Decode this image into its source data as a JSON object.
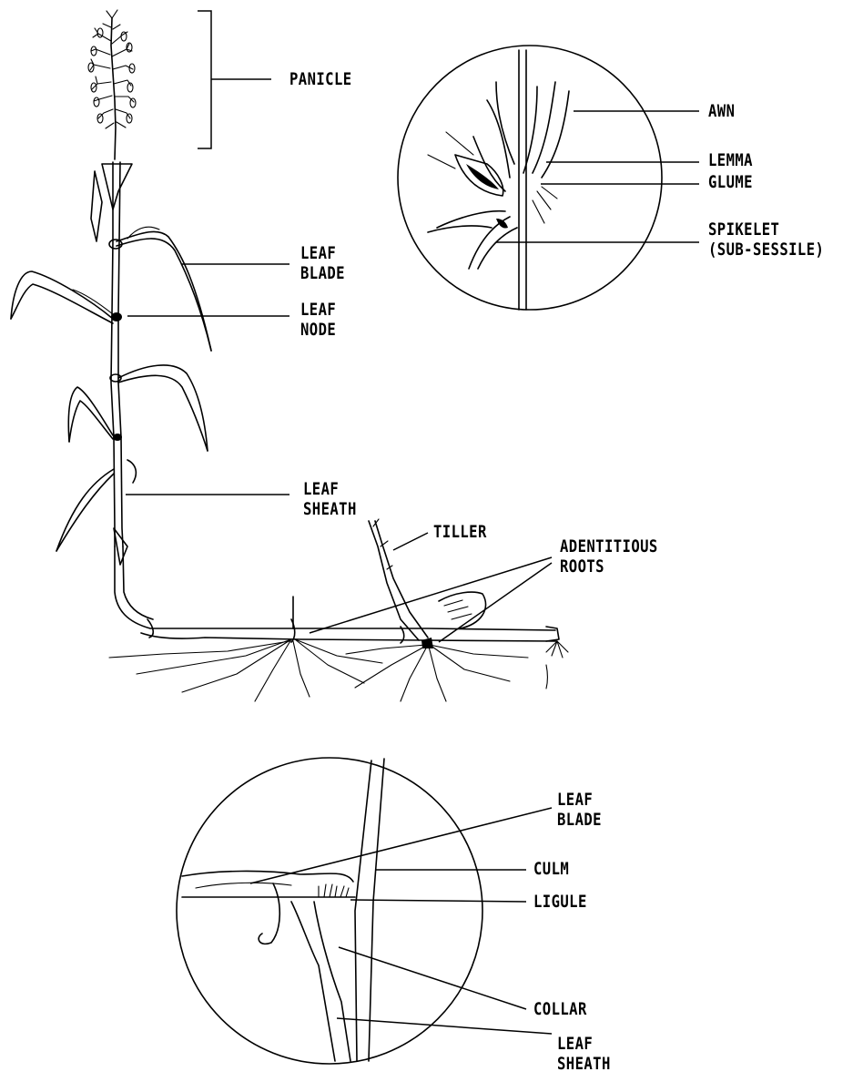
{
  "labels": {
    "panicle": "PANICLE",
    "leaf_blade_1": "LEAF",
    "leaf_blade_2": "BLADE",
    "leaf_node_1": "LEAF",
    "leaf_node_2": "NODE",
    "leaf_sheath_1": "LEAF",
    "leaf_sheath_2": "SHEATH",
    "tiller": "TILLER",
    "adventitious_1": "ADENTITIOUS",
    "adventitious_2": "ROOTS",
    "awn": "AWN",
    "lemma": "LEMMA",
    "glume": "GLUME",
    "spikelet_1": "SPIKELET",
    "spikelet_2": "(SUB-SESSILE)",
    "inset_leaf_blade_1": "LEAF",
    "inset_leaf_blade_2": "BLADE",
    "culm": "CULM",
    "ligule": "LIGULE",
    "collar": "COLLAR",
    "inset_leaf_sheath_1": "LEAF",
    "inset_leaf_sheath_2": "SHEATH"
  },
  "colors": {
    "ink": "#000000",
    "paper": "#ffffff"
  },
  "illustration": [
    "grass-plant-whole",
    "spikelet-magnified-inset",
    "leaf-collar-magnified-inset"
  ]
}
